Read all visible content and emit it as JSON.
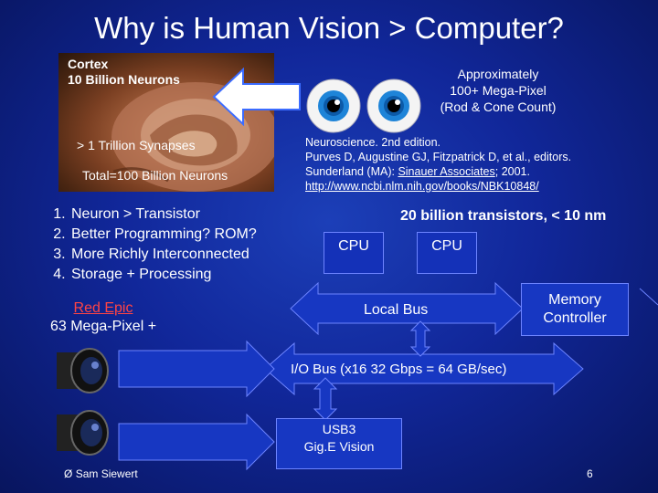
{
  "title": "Why is Human Vision > Computer?",
  "brain": {
    "cortex_line1": "Cortex",
    "cortex_line2": "10 Billion Neurons",
    "synapses": "> 1 Trillion Synapses",
    "total": "Total=100 Billion Neurons"
  },
  "eyes": {
    "line1": "Approximately",
    "line2": "100+ Mega-Pixel",
    "line3": "(Rod & Cone Count)"
  },
  "reference": {
    "line1": "Neuroscience. 2nd edition.",
    "line2": "Purves D, Augustine GJ, Fitzpatrick D, et al., editors.",
    "line3_prefix": "Sunderland (MA): ",
    "line3_link": "Sinauer Associates",
    "line3_suffix": "; 2001.",
    "url": "http://www.ncbi.nlm.nih.gov/books/NBK10848/"
  },
  "list": [
    "Neuron > Transistor",
    "Better Programming? ROM?",
    "More Richly Interconnected",
    "Storage + Processing"
  ],
  "camera": {
    "link": "Red Epic",
    "text": "63 Mega-Pixel +"
  },
  "transistors": "20 billion transistors, < 10 nm",
  "cpu1": "CPU",
  "cpu2": "CPU",
  "local_bus": "Local Bus",
  "memory_controller_line1": "Memory",
  "memory_controller_line2": "Controller",
  "io_bus": "I/O Bus (x16 32 Gbps = 64 GB/sec)",
  "usb_line1": "USB3",
  "usb_line2": "Gig.E Vision",
  "footer": {
    "symbol": "Ø",
    "author": "Sam Siewert",
    "page": "6"
  },
  "colors": {
    "background": "#11279a",
    "bus_fill": "#1737c2",
    "link_red": "#ff4444"
  }
}
